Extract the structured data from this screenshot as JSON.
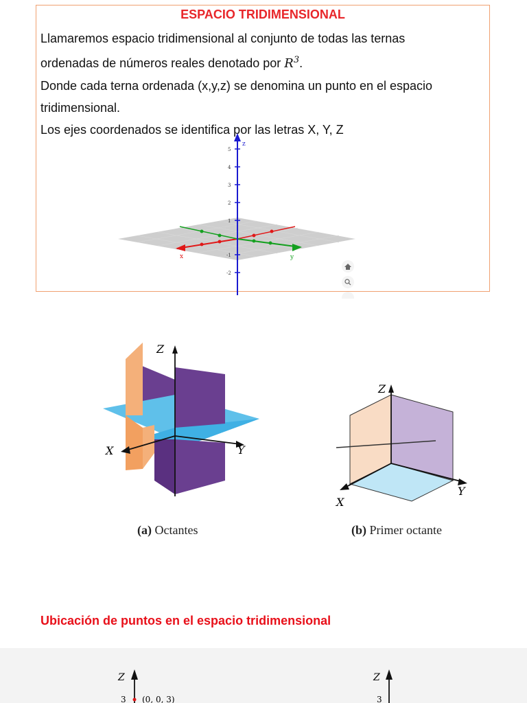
{
  "header": {
    "title": "ESPACIO TRIDIMENSIONAL",
    "line1": "Llamaremos  espacio tridimensional al conjunto de todas las ternas",
    "line2_pre": "ordenadas de números reales denotado por ",
    "line2_math": "R",
    "line2_exp": "3",
    "line2_post": ".",
    "line3": "Donde cada terna ordenada (x,y,z) se denomina un punto en el espacio",
    "line4": "tridimensional.",
    "line5": "Los ejes coordenados se identifica por las letras X, Y, Z"
  },
  "graph3d": {
    "z_label": "z",
    "x_label": "x",
    "y_label": "y",
    "z_ticks": [
      "5",
      "4",
      "3",
      "2",
      "1",
      "-1",
      "-2"
    ],
    "axis_colors": {
      "x": "#e01818",
      "y": "#15a020",
      "z": "#1a1ad0"
    }
  },
  "octants": {
    "caption_a_letter": "(a)",
    "caption_a_text": " Octantes",
    "caption_b_letter": "(b)",
    "caption_b_text": " Primer octante",
    "z_label": "Z",
    "x_label": "X",
    "y_label": "Y"
  },
  "section_title": "Ubicación de puntos en el espacio tridimensional",
  "bottom": {
    "z_label_left": "Z",
    "tick_left": "3",
    "point_label": "(0, 0, 3)",
    "z_label_right": "Z",
    "tick_right": "3"
  }
}
